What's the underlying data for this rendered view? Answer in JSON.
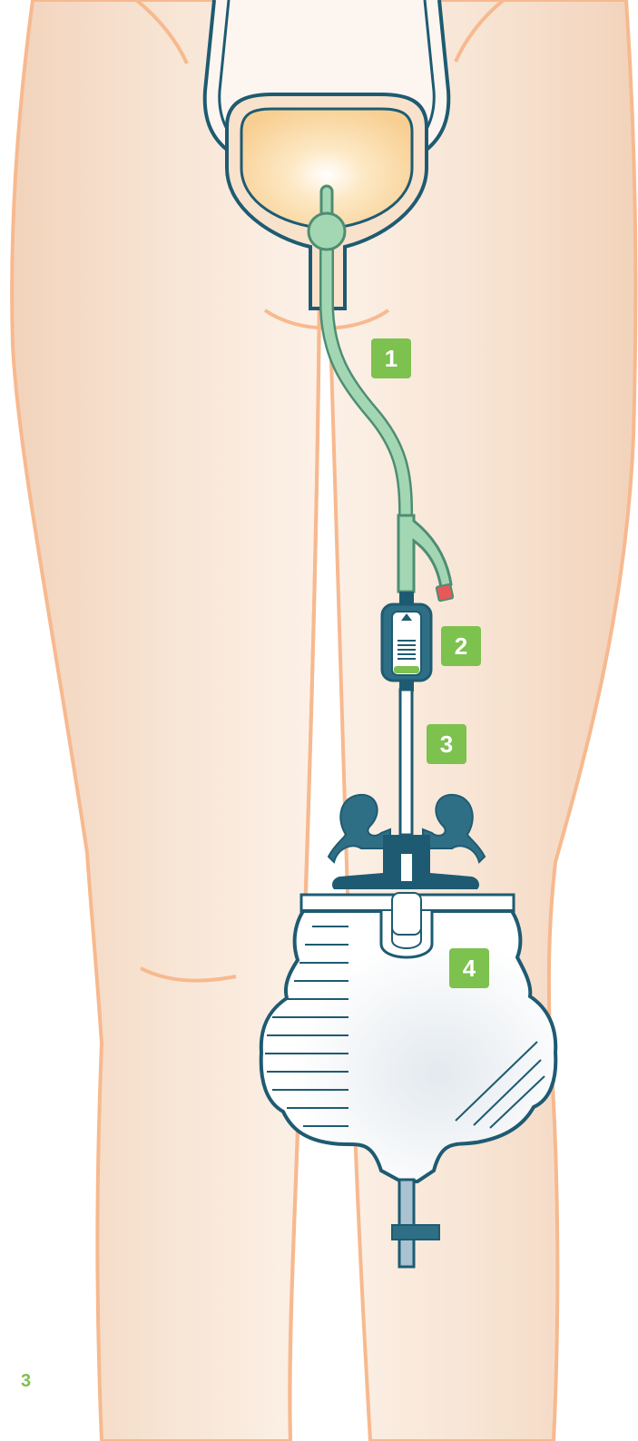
{
  "labels": [
    {
      "id": "1",
      "text": "1"
    },
    {
      "id": "2",
      "text": "2"
    },
    {
      "id": "3",
      "text": "3"
    },
    {
      "id": "4",
      "text": "4"
    }
  ],
  "page_number": "3",
  "colors": {
    "badge": "#7dc14f",
    "page_number": "#7dc14f",
    "outline": "#1e5b72",
    "skin": "#f4dcc6",
    "skin_outline": "#f7b98f",
    "bladder": "#fbd7a0",
    "catheter": "#a3d7b4",
    "catheter_stroke": "#4e8d73",
    "cap": "#e85858",
    "bag": "#ffffff"
  }
}
